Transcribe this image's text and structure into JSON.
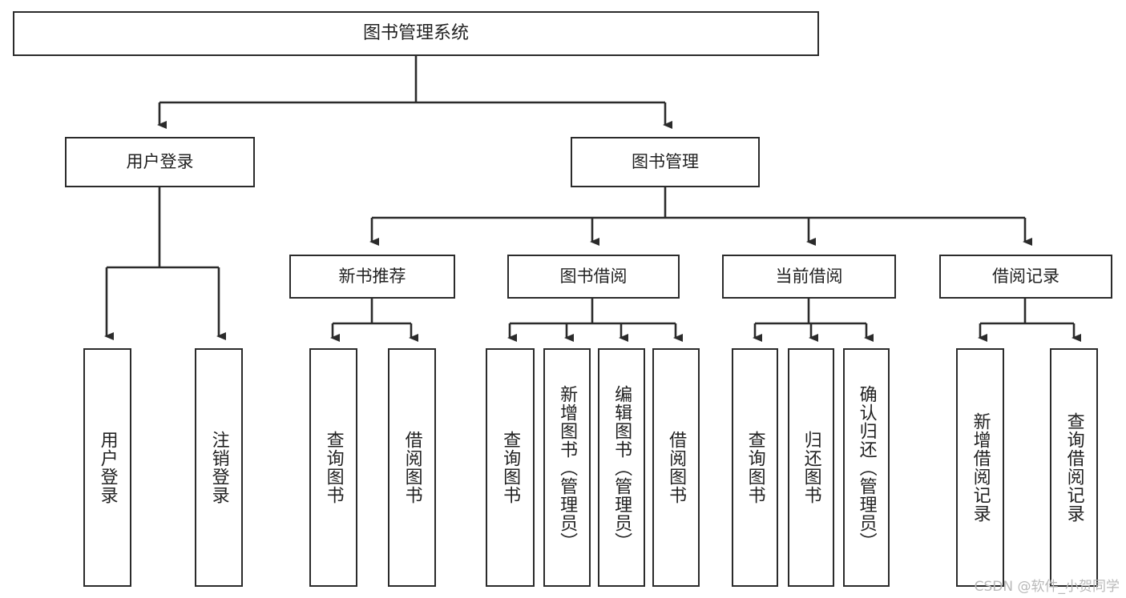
{
  "diagram": {
    "type": "tree-hierarchy",
    "title": "图书管理系统",
    "root": {
      "label": "图书管理系统"
    },
    "level2": [
      {
        "label": "用户登录"
      },
      {
        "label": "图书管理"
      }
    ],
    "level3": [
      {
        "label": "新书推荐"
      },
      {
        "label": "图书借阅"
      },
      {
        "label": "当前借阅"
      },
      {
        "label": "借阅记录"
      }
    ],
    "leaves": {
      "user_login": [
        {
          "label": "用户登录"
        },
        {
          "label": "注销登录"
        }
      ],
      "new_book_recommend": [
        {
          "label": "查询图书"
        },
        {
          "label": "借阅图书"
        }
      ],
      "book_borrow": [
        {
          "label": "查询图书"
        },
        {
          "label": "新增图书（管理员）"
        },
        {
          "label": "编辑图书（管理员）"
        },
        {
          "label": "借阅图书"
        }
      ],
      "current_borrow": [
        {
          "label": "查询图书"
        },
        {
          "label": "归还图书"
        },
        {
          "label": "确认归还（管理员）"
        }
      ],
      "borrow_record": [
        {
          "label": "新增借阅记录"
        },
        {
          "label": "查询借阅记录"
        }
      ]
    }
  },
  "watermark": {
    "text": "CSDN @软件_小贺同学"
  },
  "colors": {
    "stroke": "#2b2b2b",
    "fill": "#ffffff",
    "text": "#222222",
    "watermark": "#b9b9b9"
  }
}
